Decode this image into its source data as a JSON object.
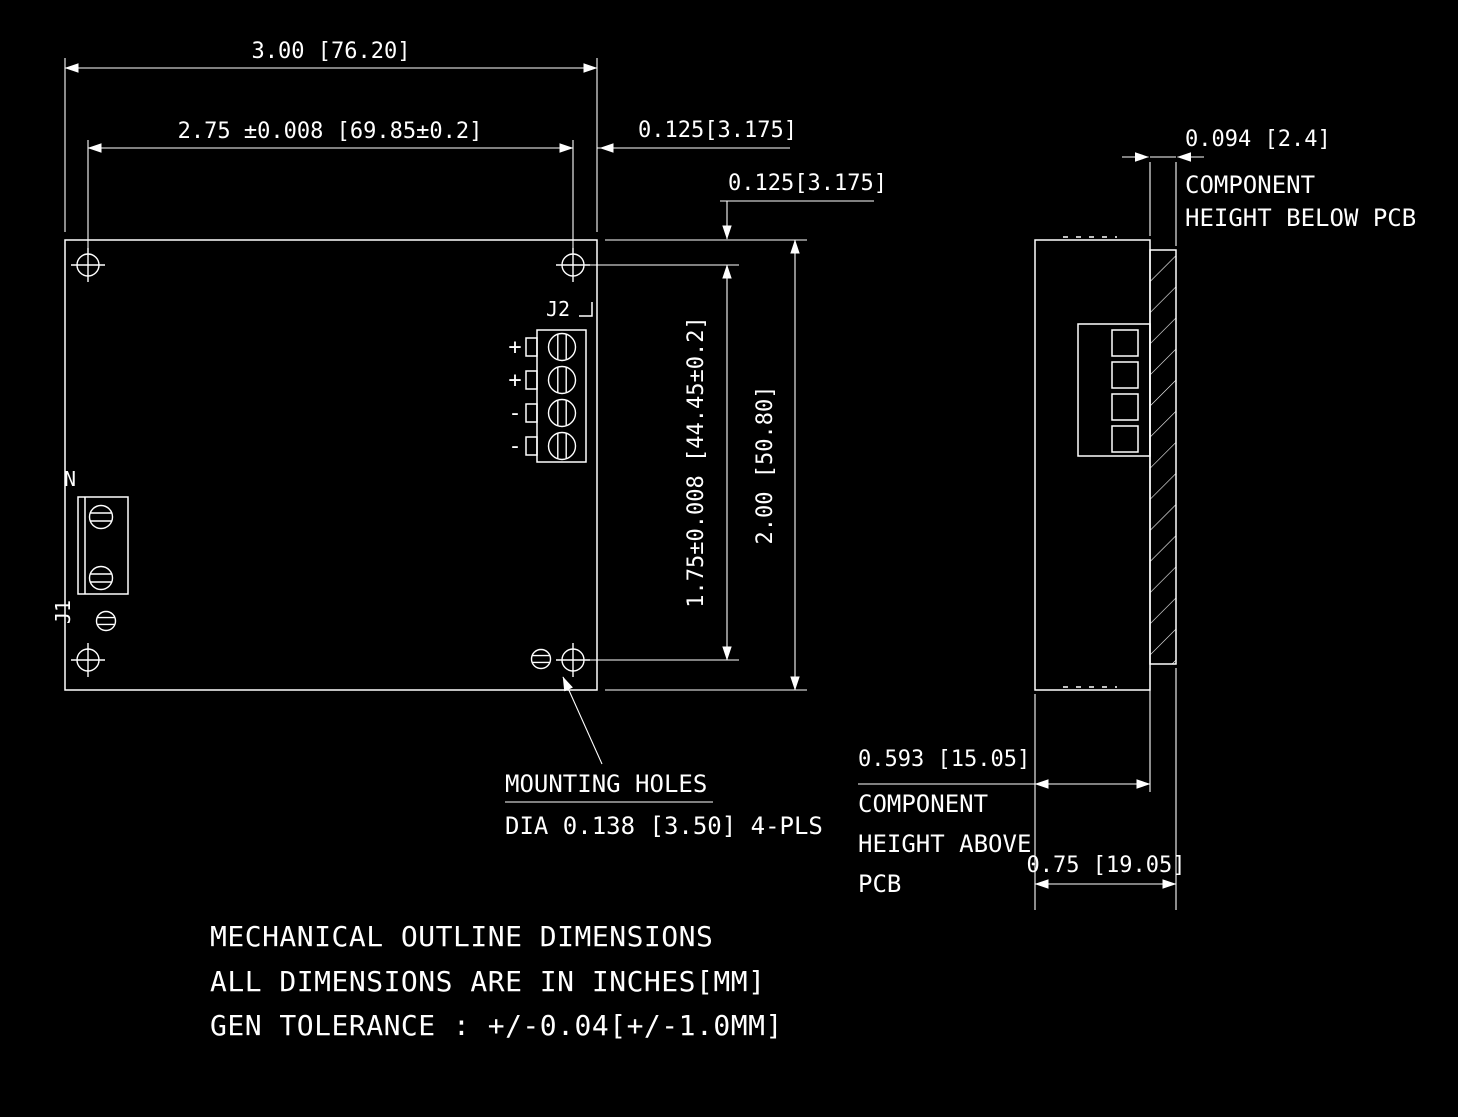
{
  "drawing": {
    "colors": {
      "background": "#000000",
      "line": "#ffffff"
    },
    "top_view": {
      "dim_width": "3.00 [76.20]",
      "dim_hole_span_h": "2.75 ±0.008 [69.85±0.2]",
      "dim_edge_offset_h": "0.125[3.175]",
      "dim_edge_offset_v": "0.125[3.175]",
      "dim_hole_span_v": "1.75±0.008 [44.45±0.2]",
      "dim_height": "2.00 [50.80]",
      "label_j2": "J2",
      "label_j1": "J1",
      "label_n": "N",
      "polarity": [
        "+",
        "+",
        "-",
        "-"
      ],
      "note_mounting_1": "MOUNTING HOLES",
      "note_mounting_2": "DIA 0.138 [3.50] 4-PLS"
    },
    "side_view": {
      "dim_below_pcb": "0.094 [2.4]",
      "note_below_1": "COMPONENT",
      "note_below_2": "HEIGHT BELOW PCB",
      "dim_above_pcb": "0.593 [15.05]",
      "note_above_1": "COMPONENT",
      "note_above_2": "HEIGHT ABOVE",
      "note_above_3": "PCB",
      "dim_total": "0.75 [19.05]"
    },
    "footer": {
      "line1": "MECHANICAL OUTLINE DIMENSIONS",
      "line2": "ALL DIMENSIONS ARE IN INCHES[MM]",
      "line3": "GEN TOLERANCE : +/-0.04[+/-1.0MM]"
    }
  }
}
